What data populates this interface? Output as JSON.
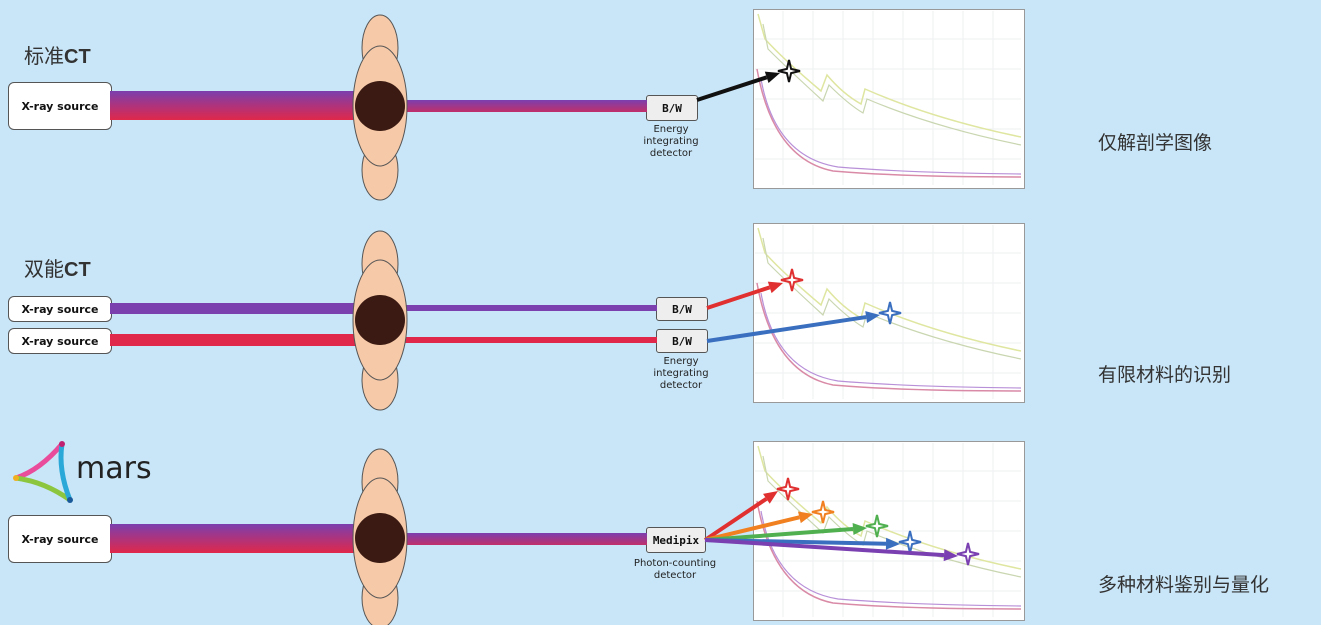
{
  "rows": [
    {
      "title_prefix": "标准",
      "title_suffix": "CT",
      "sources": [
        "X-ray source"
      ],
      "detector_label": "B/W",
      "detector_caption": [
        "Energy",
        "integrating",
        "detector"
      ],
      "result": "仅解剖学图像",
      "arrow_colors": [
        "#111111"
      ]
    },
    {
      "title_prefix": "双能",
      "title_suffix": "CT",
      "sources": [
        "X-ray source",
        "X-ray source"
      ],
      "detector_labels": [
        "B/W",
        "B/W"
      ],
      "detector_caption": [
        "Energy",
        "integrating",
        "detector"
      ],
      "result": "有限材料的识别",
      "arrow_colors": [
        "#e03030",
        "#3a6fbf"
      ]
    },
    {
      "logo_text": "mars",
      "sources": [
        "X-ray source"
      ],
      "detector_label": "Medipix",
      "detector_caption": [
        "Photon-counting",
        "detector"
      ],
      "result": "多种材料鉴别与量化",
      "arrow_colors": [
        "#e03030",
        "#f08020",
        "#50b050",
        "#3a6fbf",
        "#7a3fb0"
      ]
    }
  ],
  "colors": {
    "background": "#c9e6f8",
    "beam_start": "#7b3fae",
    "beam_end": "#e0284a",
    "head_skin": "#f6c9a8",
    "head_core": "#3a1a12",
    "curve_green": "#dfe6a0",
    "curve_pink": "#d98aa6",
    "curve_purple": "#b890d8"
  }
}
